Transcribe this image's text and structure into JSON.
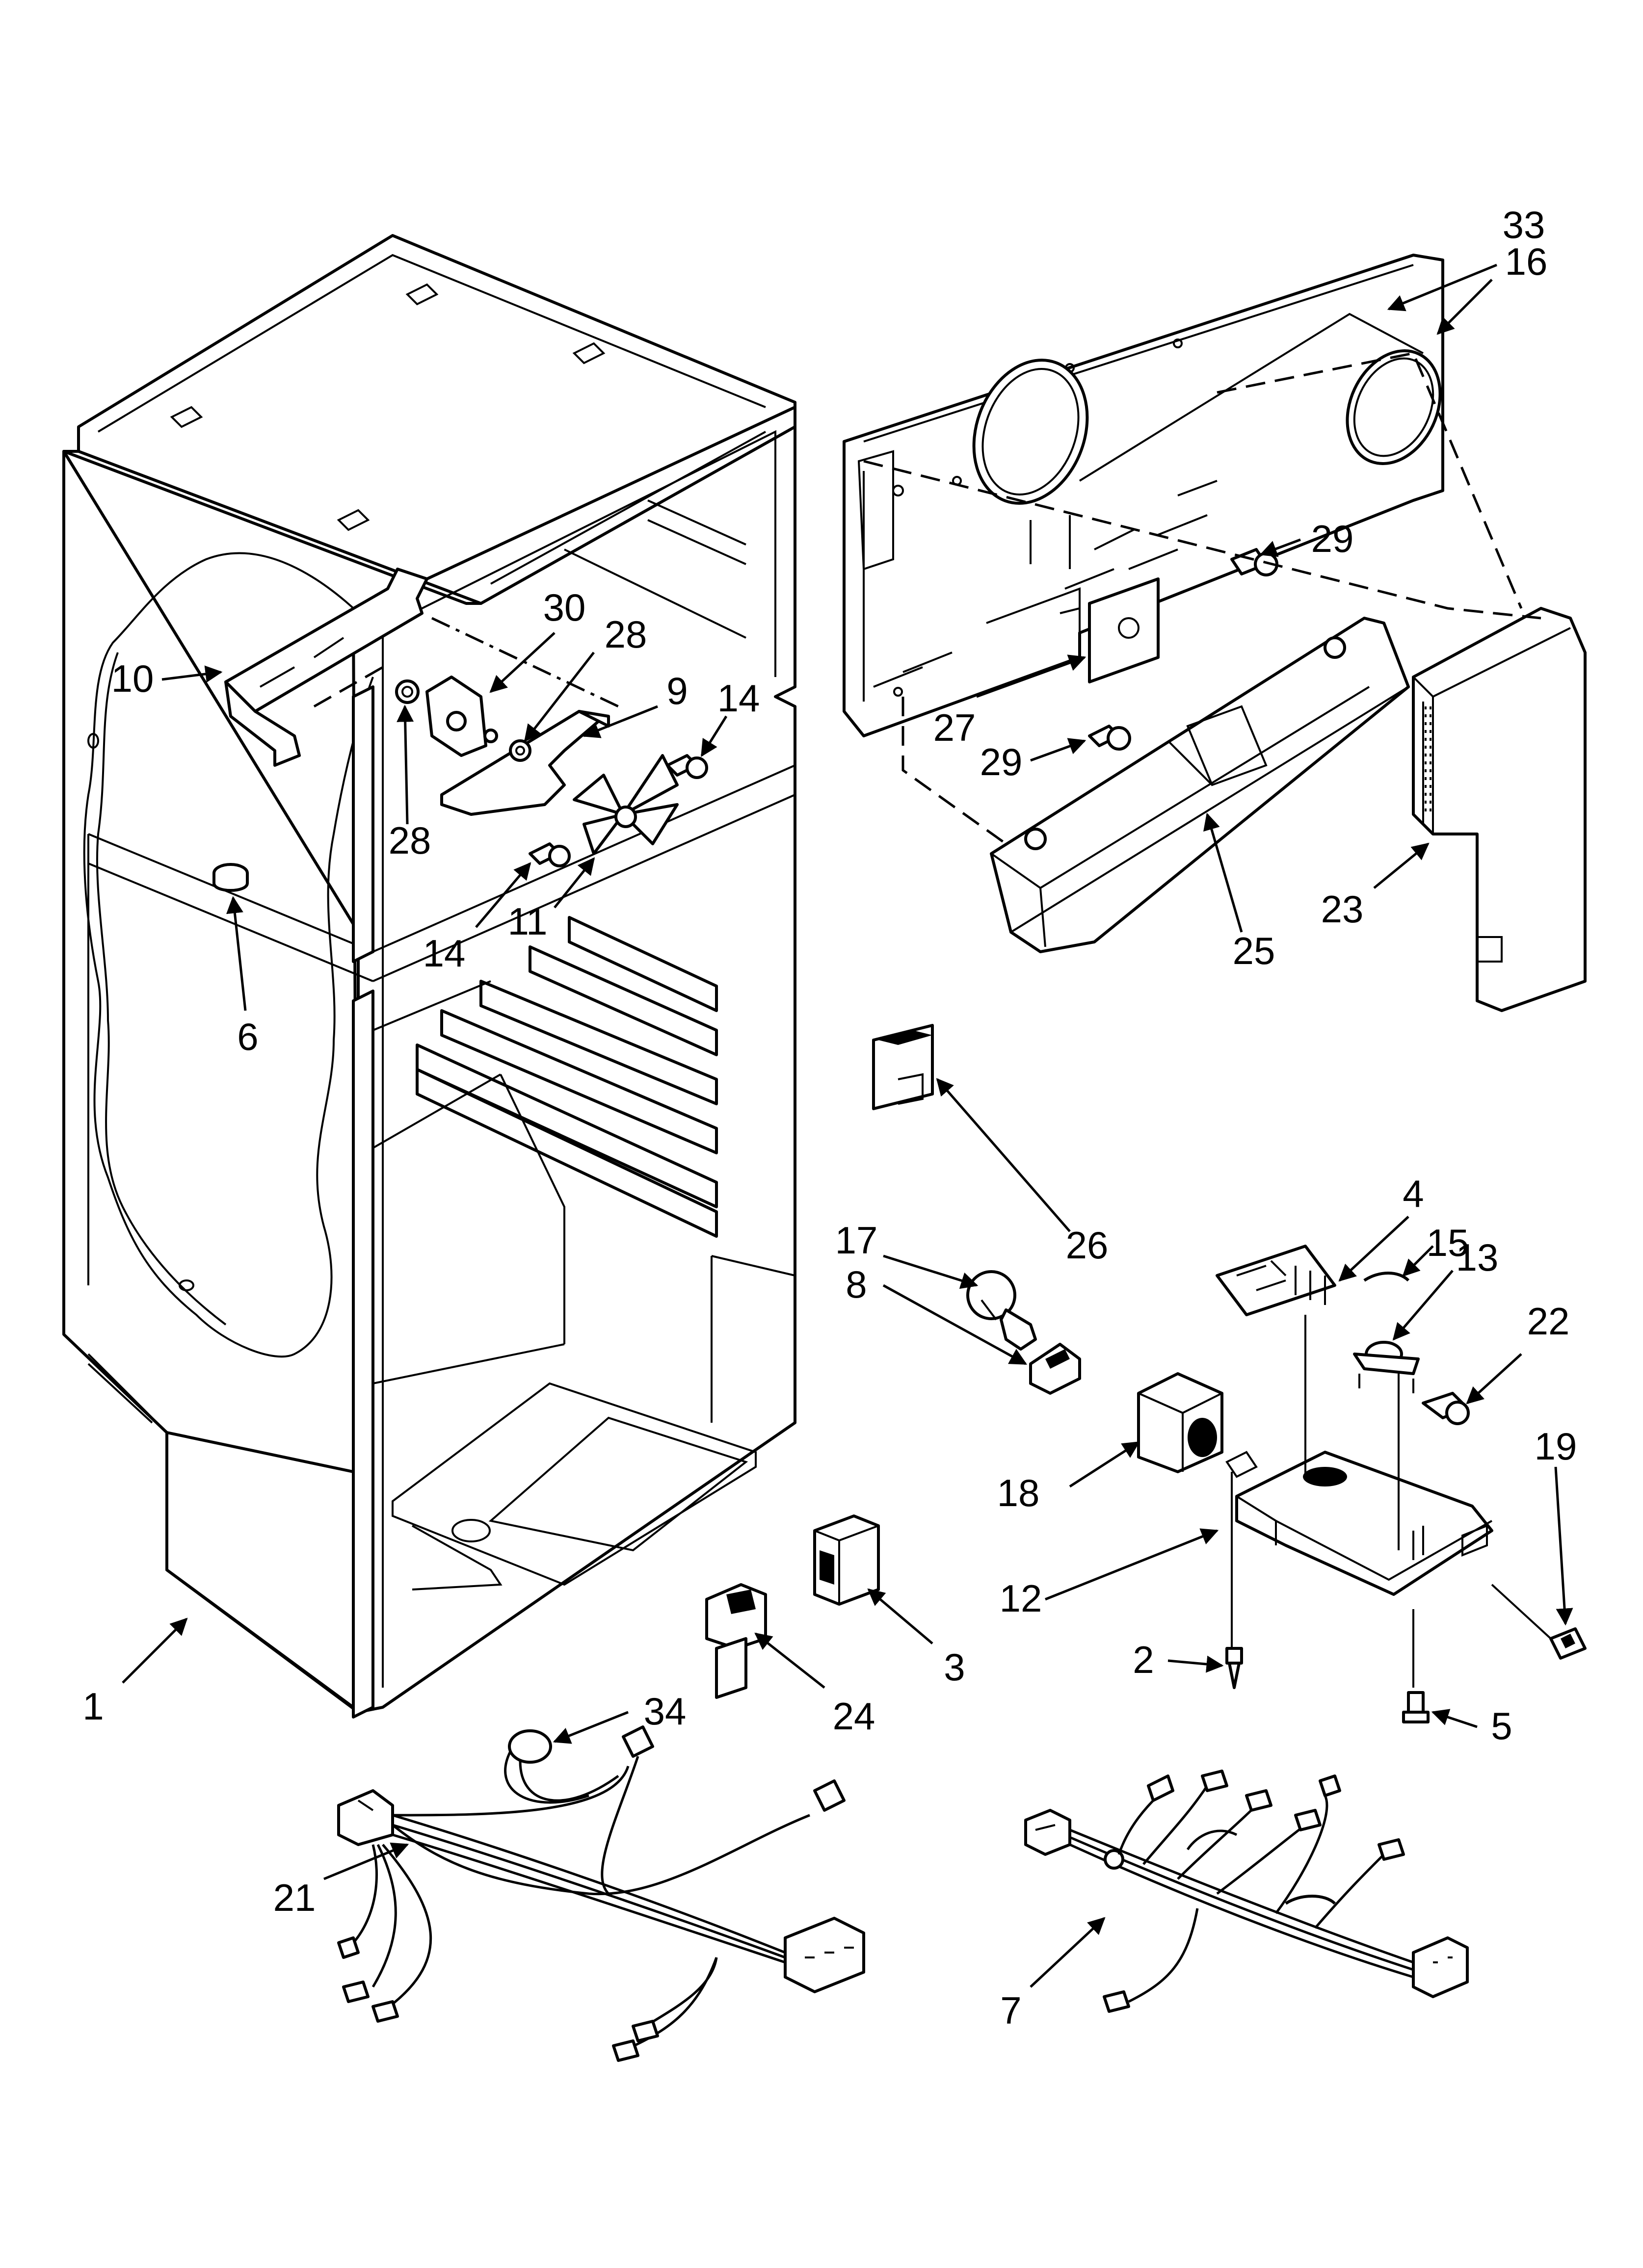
{
  "diagram": {
    "callouts": [
      "1",
      "2",
      "3",
      "4",
      "5",
      "6",
      "7",
      "8",
      "9",
      "10",
      "11",
      "12",
      "13",
      "14",
      "14",
      "15",
      "16",
      "17",
      "18",
      "19",
      "21",
      "22",
      "23",
      "24",
      "25",
      "26",
      "27",
      "28",
      "28",
      "29",
      "29",
      "30",
      "33",
      "34"
    ]
  }
}
